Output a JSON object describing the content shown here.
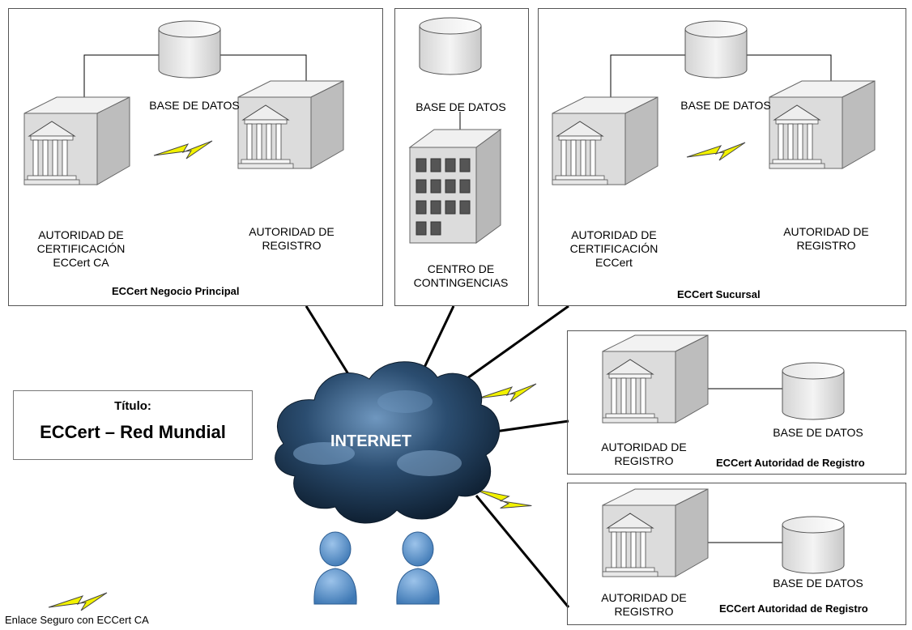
{
  "colors": {
    "bolt": "#f2f200",
    "cloud_dark": "#0b1a2a",
    "cloud_light": "#8fb3d6",
    "person": "#5b9bd5",
    "building": "#d9d9d9"
  },
  "sites": {
    "principal": {
      "caption": "ECCert Negocio Principal",
      "db_label": "BASE DE DATOS",
      "ca_label": [
        "AUTORIDAD DE",
        "CERTIFICACIÓN",
        "ECCert CA"
      ],
      "ra_label": [
        "AUTORIDAD DE",
        "REGISTRO"
      ]
    },
    "contingencia": {
      "db_label": "BASE DE DATOS",
      "center_label": [
        "CENTRO DE",
        "CONTINGENCIAS"
      ]
    },
    "sucursal": {
      "caption": "ECCert Sucursal",
      "db_label": "BASE DE DATOS",
      "ca_label": [
        "AUTORIDAD DE",
        "CERTIFICACIÓN",
        "ECCert"
      ],
      "ra_label": [
        "AUTORIDAD DE",
        "REGISTRO"
      ]
    },
    "ra1": {
      "caption": "ECCert Autoridad de Registro",
      "db_label": "BASE DE DATOS",
      "ra_label": [
        "AUTORIDAD DE",
        "REGISTRO"
      ]
    },
    "ra2": {
      "caption": "ECCert Autoridad de Registro",
      "db_label": "BASE DE DATOS",
      "ra_label": [
        "AUTORIDAD DE",
        "REGISTRO"
      ]
    }
  },
  "network": {
    "label": "INTERNET"
  },
  "title_box": {
    "heading": "Título:",
    "title": "ECCert – Red Mundial"
  },
  "legend": {
    "secure_link": "Enlace Seguro con ECCert CA",
    "icon": "lightning-bolt-icon"
  }
}
